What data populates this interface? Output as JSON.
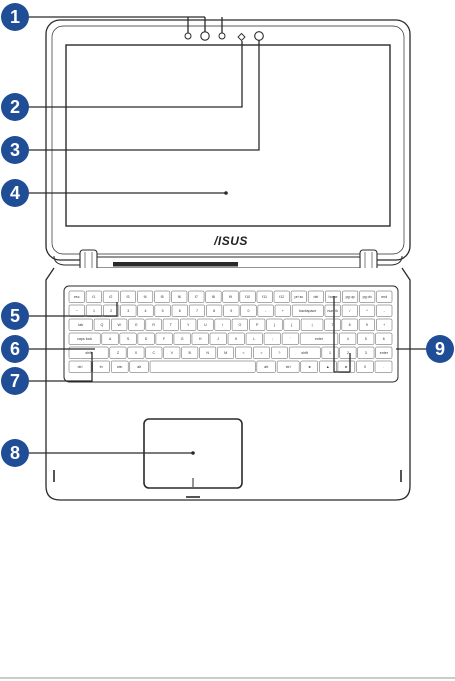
{
  "diagram": {
    "brand_logo": "/ISUS",
    "callouts": [
      {
        "id": "1",
        "label": "1"
      },
      {
        "id": "2",
        "label": "2"
      },
      {
        "id": "3",
        "label": "3"
      },
      {
        "id": "4",
        "label": "4"
      },
      {
        "id": "5",
        "label": "5"
      },
      {
        "id": "6",
        "label": "6"
      },
      {
        "id": "7",
        "label": "7"
      },
      {
        "id": "8",
        "label": "8"
      },
      {
        "id": "9",
        "label": "9"
      }
    ],
    "keyboard_rows": [
      [
        "esc",
        "f1",
        "f2",
        "f3",
        "f4",
        "f5",
        "f6",
        "f7",
        "f8",
        "f9",
        "f10",
        "f11",
        "f12",
        "prt sc",
        "del",
        "home",
        "pg up",
        "pg dn",
        "end"
      ],
      [
        "~",
        "1",
        "2",
        "3",
        "4",
        "5",
        "6",
        "7",
        "8",
        "9",
        "0",
        "-",
        "+",
        "backspace",
        "num lk",
        "/",
        "*",
        "-"
      ],
      [
        "tab",
        "Q",
        "W",
        "E",
        "R",
        "T",
        "Y",
        "U",
        "I",
        "O",
        "P",
        "{",
        "}",
        "|",
        "7",
        "8",
        "9",
        "+"
      ],
      [
        "caps lock",
        "A",
        "S",
        "D",
        "F",
        "G",
        "H",
        "J",
        "K",
        "L",
        ";",
        "'",
        "enter",
        "4",
        "5",
        "6"
      ],
      [
        "shift",
        "Z",
        "X",
        "C",
        "V",
        "B",
        "N",
        "M",
        "<",
        ">",
        "?",
        "shift",
        "1",
        "2",
        "3",
        "enter"
      ],
      [
        "ctrl",
        "fn",
        "win",
        "alt",
        "",
        "alt",
        "ctrl",
        "◄",
        "▲",
        "►",
        "0",
        "."
      ]
    ],
    "colors": {
      "callout_fill": "#1f4e96",
      "line": "#2a2a2a",
      "key_stroke": "#555555"
    }
  }
}
